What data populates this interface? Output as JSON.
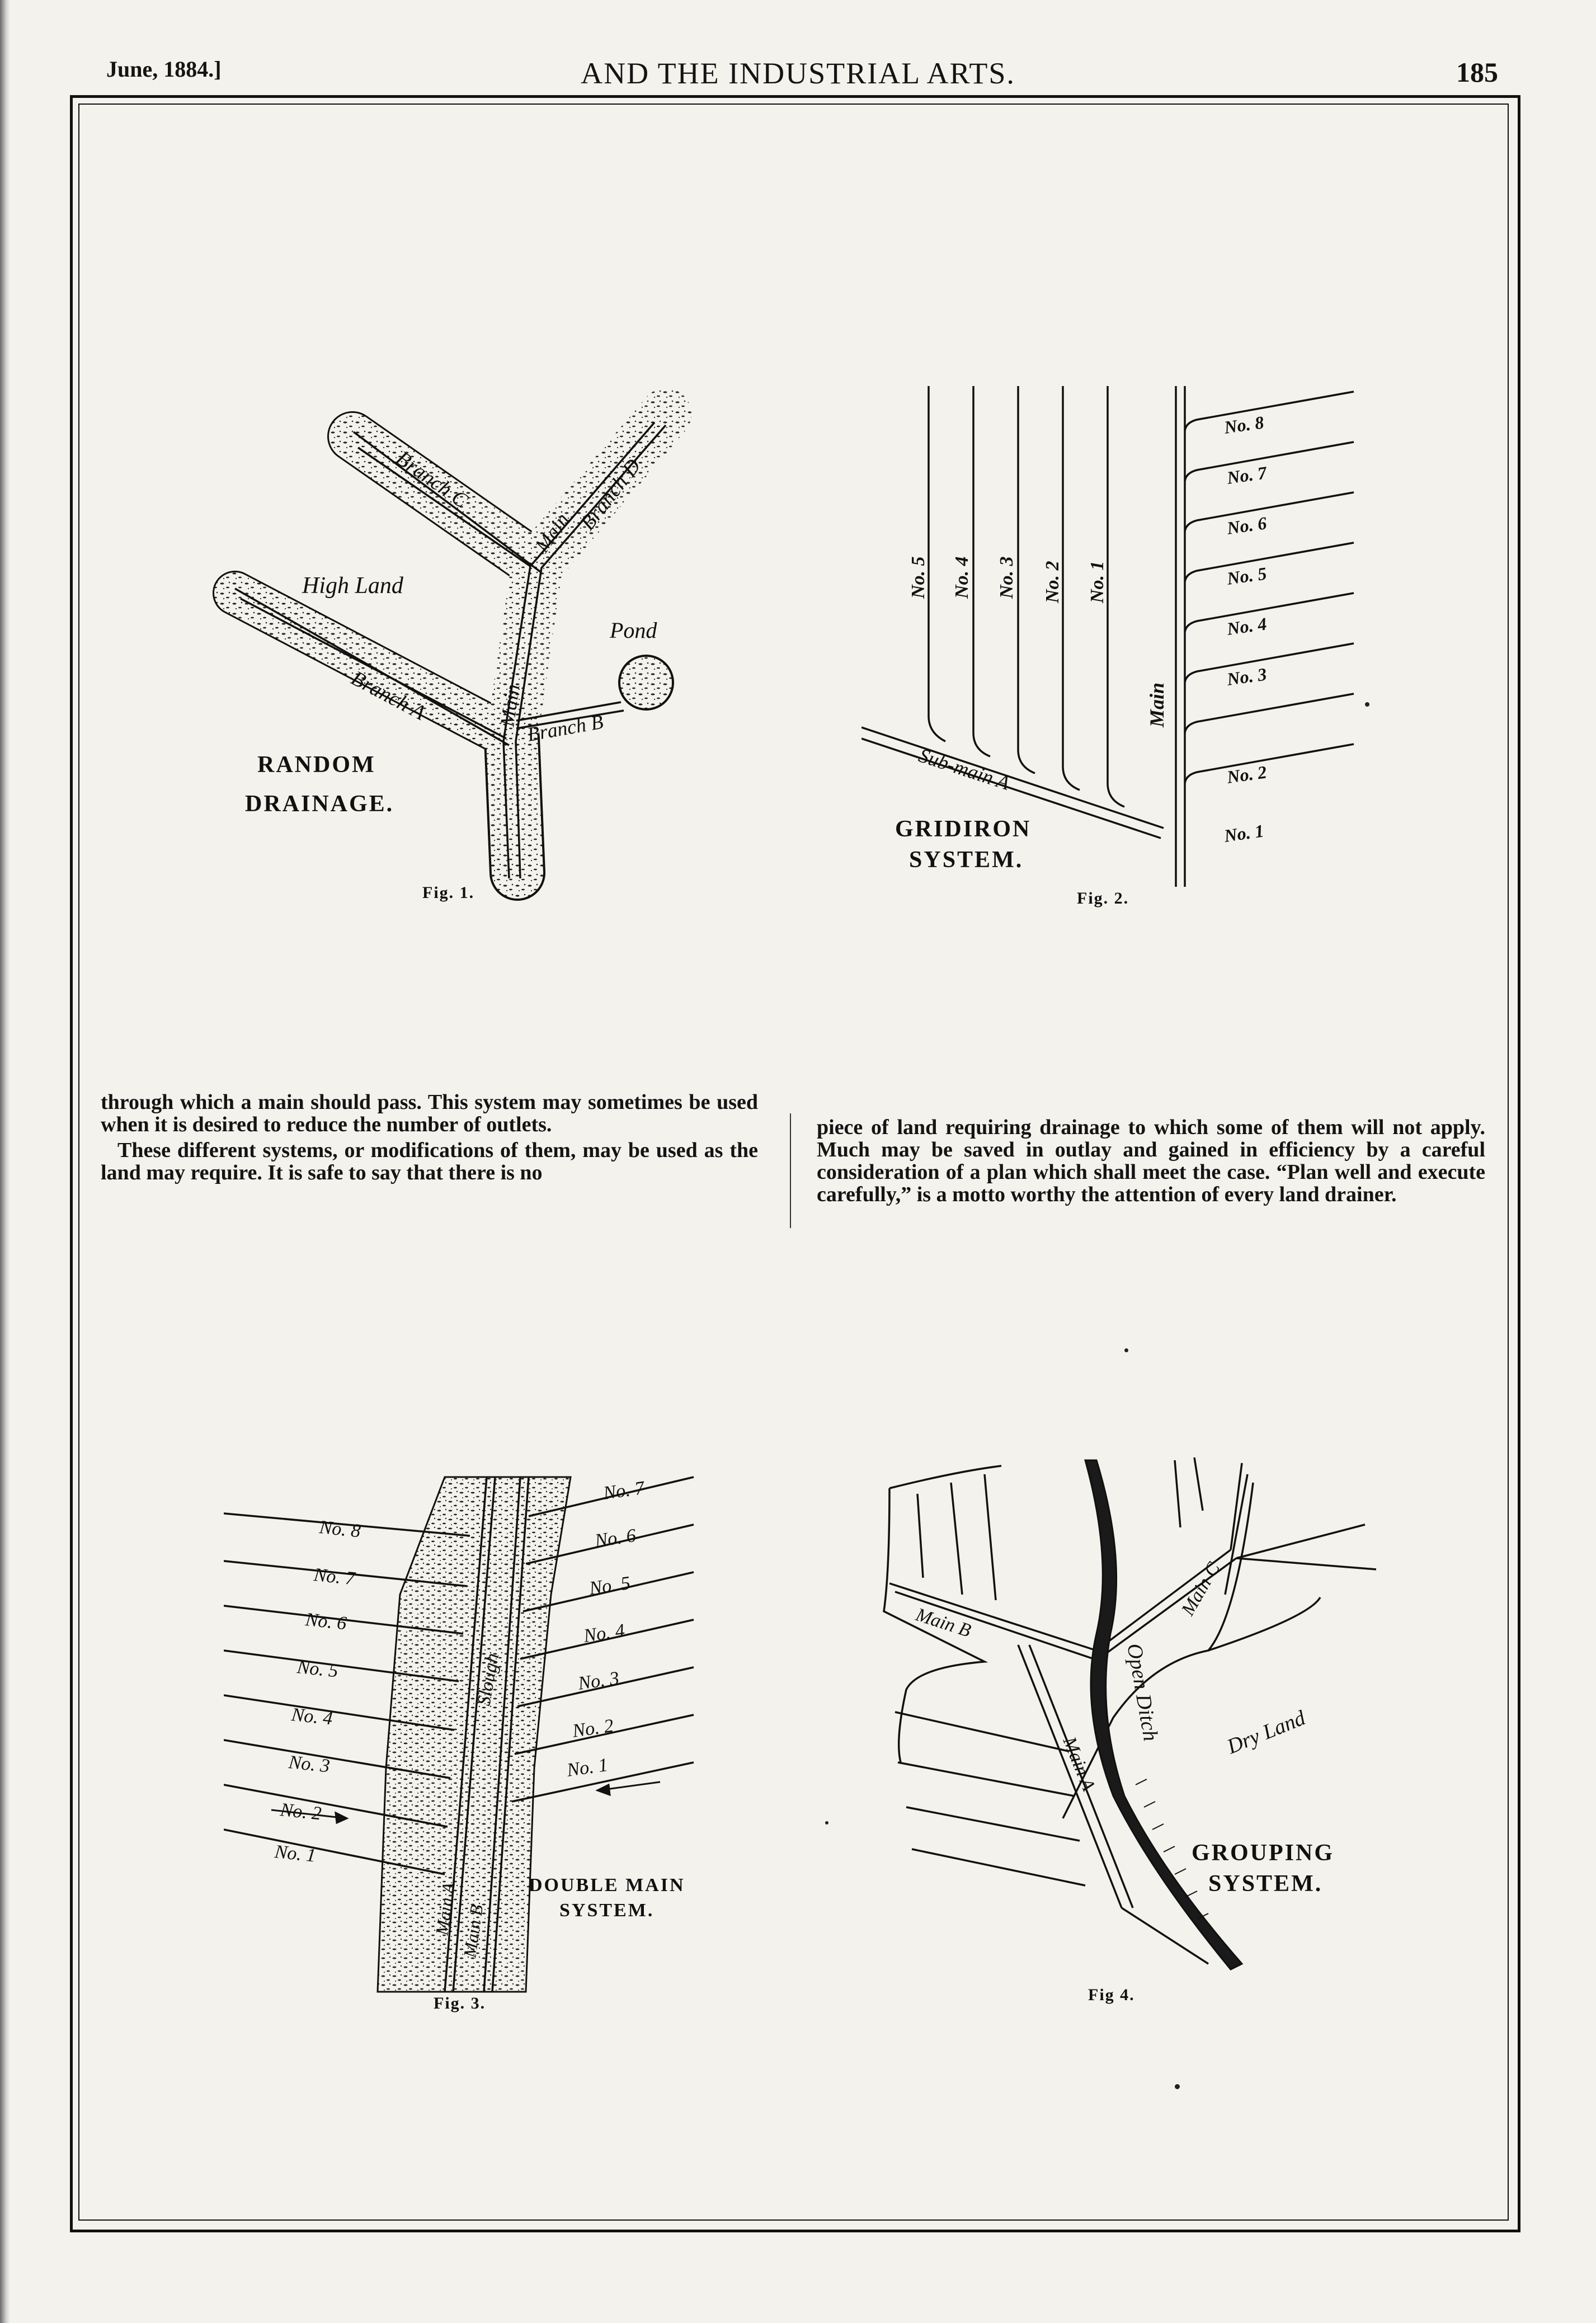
{
  "header": {
    "date": "June, 1884.]",
    "title": "AND THE INDUSTRIAL ARTS.",
    "page_number": "185"
  },
  "figures": [
    {
      "caption_lines": [
        "RANDOM",
        "DRAINAGE."
      ],
      "figure_number": "Fig. 1.",
      "labels": {
        "high_land": "High Land",
        "pond": "Pond",
        "branch_a": "Branch A",
        "branch_b": "Branch B",
        "branch_c": "Branch C",
        "branch_d": "Branch D",
        "main_lower": "Main",
        "main_upper": "Main"
      }
    },
    {
      "caption_lines": [
        "GRIDIRON",
        "SYSTEM."
      ],
      "figure_number": "Fig. 2.",
      "left_drains": [
        "No. 5",
        "No. 4",
        "No. 3",
        "No. 2",
        "No. 1"
      ],
      "right_drains": [
        "No. 8",
        "No. 7",
        "No. 6",
        "No. 5",
        "No. 4",
        "No. 3",
        "No. 2",
        "No. 1"
      ],
      "labels": {
        "main": "Main",
        "sub_main": "Sub-main A"
      }
    },
    {
      "caption_lines": [
        "DOUBLE MAIN",
        "SYSTEM."
      ],
      "figure_number": "Fig. 3.",
      "left_drains": [
        "No. 8",
        "No. 7",
        "No. 6",
        "No. 5",
        "No. 4",
        "No. 3",
        "No. 2",
        "No. 1"
      ],
      "right_drains": [
        "No. 7",
        "No. 6",
        "No. 5",
        "No. 4",
        "No. 3",
        "No. 2",
        "No. 1"
      ],
      "labels": {
        "slough": "Slough",
        "main_a": "Main A",
        "main_b": "Main B"
      }
    },
    {
      "caption_lines": [
        "GROUPING",
        "SYSTEM."
      ],
      "figure_number": "Fig 4.",
      "labels": {
        "main_a": "Main A",
        "main_b": "Main B",
        "main_c": "Main C",
        "open_ditch": "Open Ditch",
        "dry_land": "Dry Land"
      }
    }
  ],
  "text_columns": {
    "left": [
      "through which a main should pass. This system may sometimes be used when it is desired to reduce the number of outlets.",
      "These different systems, or modifications of them, may be used as the land may require. It is safe to say that there is no"
    ],
    "right": [
      "piece of land requiring drainage to which some of them will not apply. Much may be saved in outlay and gained in efficiency by a careful consideration of a plan which shall meet the case. “Plan well and execute carefully,” is a motto worthy the attention of every land drainer."
    ]
  }
}
